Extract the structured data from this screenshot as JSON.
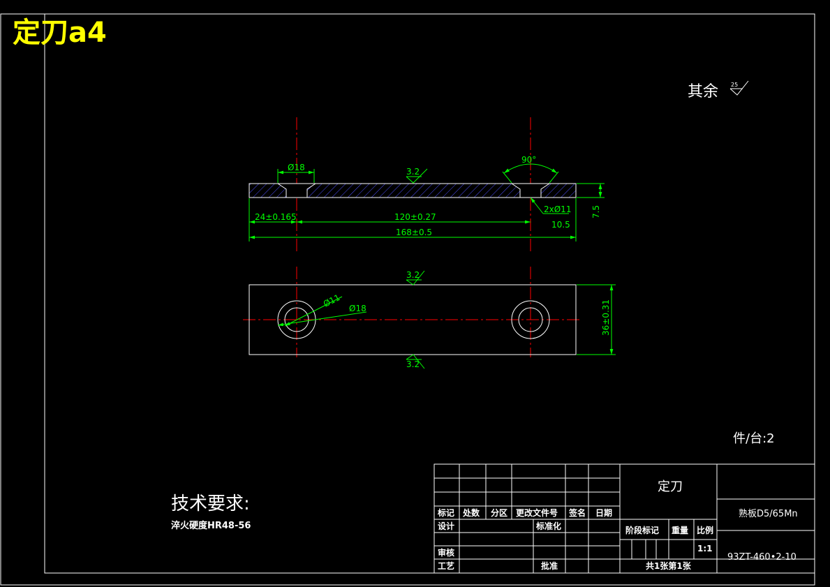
{
  "drawing": {
    "title": "定刀a4",
    "surface_rest": "其余",
    "surface_rest_value": "25",
    "qty_per_machine": "件/台:2"
  },
  "colors": {
    "background": "#000000",
    "frame": "#ffffff",
    "dimension": "#00ff00",
    "centerline": "#ff0000",
    "hatch": "#4444ff",
    "title": "#ffff00"
  },
  "front_view": {
    "dims": {
      "hole_dia": "Ø18",
      "angle": "90°",
      "roughness_top": "3.2",
      "left_offset": "24±0.165",
      "hole_spacing": "120±0.27",
      "overall_length": "168±0.5",
      "thickness": "7.5",
      "hole_callout": "2xØ11",
      "hole_depth": "10.5"
    }
  },
  "top_view": {
    "dims": {
      "roughness_top": "3.2",
      "roughness_bottom": "3.2",
      "inner_dia": "Ø11",
      "outer_dia": "Ø18",
      "width": "36±0.31"
    }
  },
  "tech_req": {
    "heading": "技术要求:",
    "line1": "淬火硬度HR48-56"
  },
  "title_block": {
    "part_name": "定刀",
    "material": "熟板D5/65Mn",
    "drawing_no": "93ZT-460•2-10",
    "scale": "1:1",
    "sheets": "共1张第1张",
    "headers": [
      "标记",
      "处数",
      "分区",
      "更改文件号",
      "签名",
      "日期"
    ],
    "design": "设计",
    "standardization": "标准化",
    "review": "审核",
    "process": "工艺",
    "approve": "批准",
    "stage_mark": "阶段标记",
    "weight": "重量",
    "ratio": "比例"
  }
}
